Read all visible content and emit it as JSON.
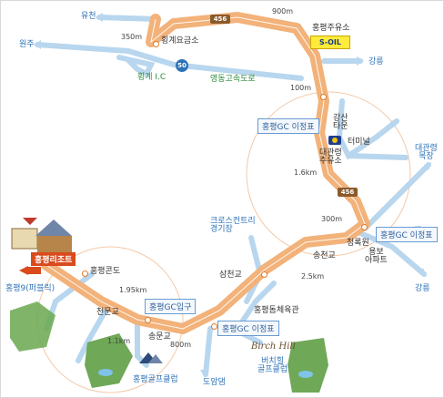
{
  "map": {
    "places": {
      "yucheon": "유천",
      "wonju": "원주",
      "gangneung_top": "강릉",
      "gangneung_bottom": "강릉",
      "hoenggye_toll": "횡계요금소",
      "hoenggye_ic": "횡계 I.C",
      "yeongdong_expressway": "영동고속도로",
      "hongpyeong_gas": "홍평주유소",
      "soil": "S-OIL",
      "gangsan_town": "강산\n타운",
      "terminal": "터미널",
      "daegwallyeong_gas": "대관령\n주유소",
      "daegwallyeong_ranch": "대관령\n목장",
      "cross_country": "크로스컨트리\n경기장",
      "songcheon_bridge": "송천교",
      "cheongsuwon": "청록원",
      "yongbo_apt": "용보\n아파트",
      "samcheon_bridge": "삼천교",
      "dome_gym": "홍평돔체육관",
      "condo": "홍평콘도",
      "resort": "홍평리조트",
      "pyeongchang9": "홍평9(퍼블릭)",
      "cheonmun_bridge": "천문교",
      "songmun_bridge": "송문교",
      "golf_club": "홍평골프클럽",
      "doam_dam": "도암댐",
      "birch_hill_logo": "Birch Hill",
      "birch_hill_club": "버치힐\n골프클럽"
    },
    "signs": {
      "gc_sign_top": "홍평GC 이정표",
      "gc_sign_right": "홍평GC 이정표",
      "gc_sign_bottom": "홍평GC 이정표",
      "gc_entrance": "홍평GC입구"
    },
    "routes": {
      "route_456_top": "456",
      "route_456_mid": "456",
      "route_50": "50"
    },
    "distances": {
      "d900m": "900m",
      "d350m": "350m",
      "d100m": "100m",
      "d1_6km": "1.6km",
      "d300m": "300m",
      "d2_5km": "2.5km",
      "d1_95km": "1.95km",
      "d1_1km": "1.1km",
      "d800m": "800m"
    }
  }
}
